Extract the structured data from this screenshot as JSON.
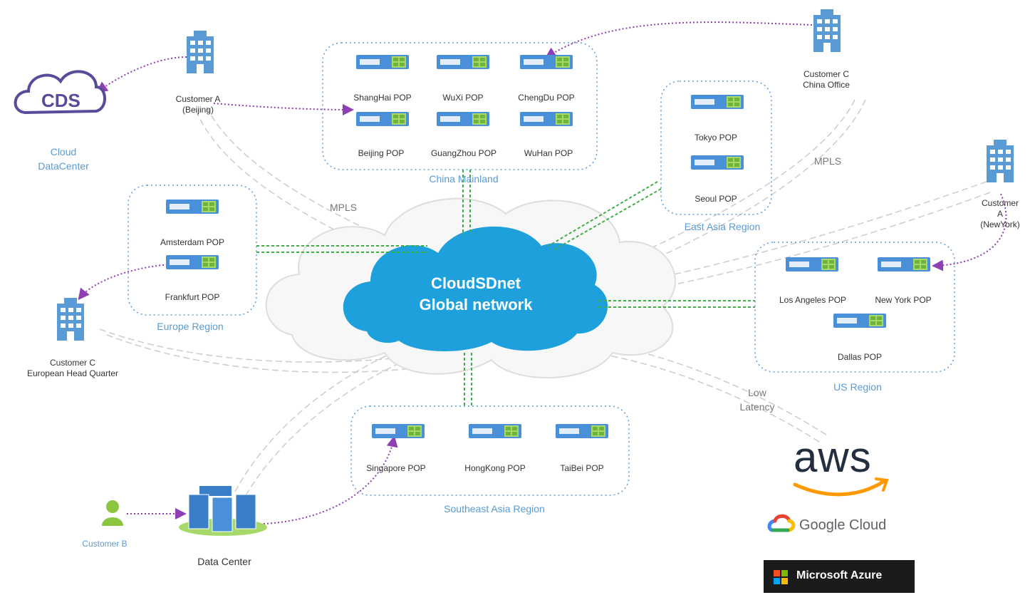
{
  "network": {
    "title": "CloudSDnet\nGlobal network"
  },
  "regions": {
    "china": {
      "name": "China Mainland",
      "pops": [
        "ShangHai POP",
        "WuXi POP",
        "ChengDu POP",
        "Beijing POP",
        "GuangZhou POP",
        "WuHan POP"
      ]
    },
    "east_asia": {
      "name": "East Asia Region",
      "pops": [
        "Tokyo POP",
        "Seoul POP"
      ]
    },
    "europe": {
      "name": "Europe Region",
      "pops": [
        "Amsterdam POP",
        "Frankfurt POP"
      ]
    },
    "us": {
      "name": "US Region",
      "pops": [
        "Los Angeles POP",
        "New York POP",
        "Dallas POP"
      ]
    },
    "southeast_asia": {
      "name": "Southeast Asia Region",
      "pops": [
        "Singapore POP",
        "HongKong POP",
        "TaiBei POP"
      ]
    }
  },
  "nodes": {
    "cloud_datacenter": {
      "logo_text": "CDS",
      "label": "Cloud\nDataCenter"
    },
    "customer_a_beijing": "Customer A\n(Beijing)",
    "customer_c_china": "Customer C\nChina Office",
    "customer_a_newyork": "Customer A\n(NewYork)",
    "customer_c_europe": "Customer C\nEuropean Head Quarter",
    "customer_b": "Customer B",
    "data_center": "Data Center"
  },
  "link_labels": {
    "mpls_left": "MPLS",
    "mpls_right": "MPLS",
    "low_latency": "Low\nLatency"
  },
  "providers": {
    "aws": "aws",
    "google": "Google Cloud",
    "azure": "Microsoft Azure"
  },
  "colors": {
    "region_border": "#5b9bd5",
    "server_body": "#4a90d9",
    "server_green": "#a6d96a",
    "backbone_link": "#3cb043",
    "customer_link": "#8e3fb3",
    "mpls_line": "#cccccc",
    "cloud_core": "#1ea0dc",
    "aws_smile": "#ff9900"
  }
}
